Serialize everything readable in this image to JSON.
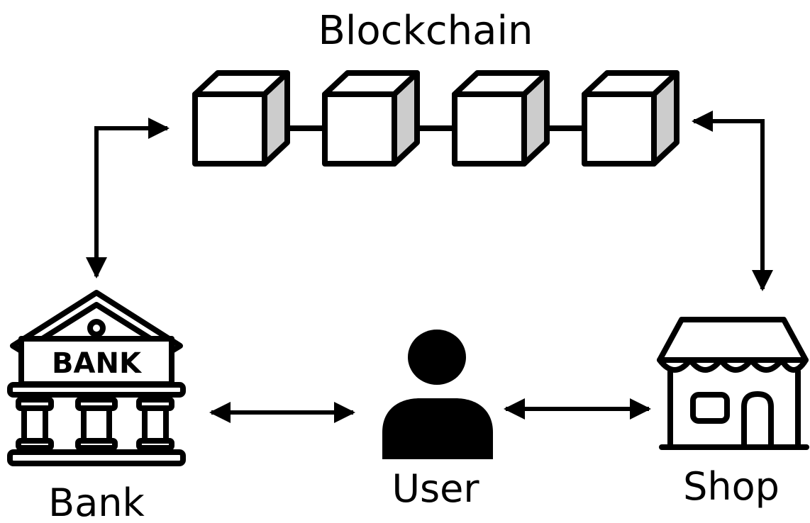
{
  "title": "Blockchain",
  "nodes": {
    "bank": {
      "label": "Bank",
      "sign": "BANK"
    },
    "user": {
      "label": "User"
    },
    "shop": {
      "label": "Shop"
    }
  },
  "blockchain": {
    "block_count": 4
  },
  "colors": {
    "stroke": "#000000",
    "block_side": "#cccccc",
    "background": "#ffffff"
  }
}
